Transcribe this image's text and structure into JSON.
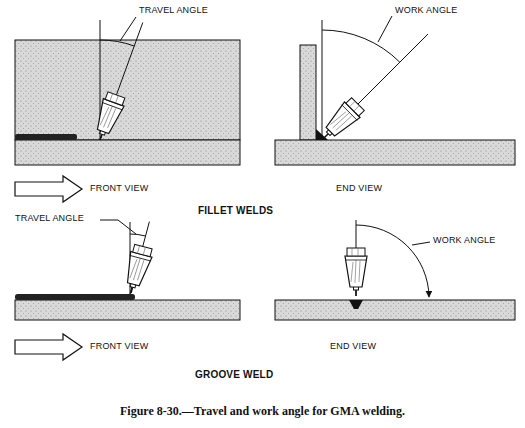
{
  "diagram": {
    "caption": "Figure 8-30.—Travel and work angle for GMA welding.",
    "labels": [
      "TRAVEL ANGLE",
      "WORK ANGLE",
      "FRONT VIEW",
      "END VIEW",
      "FILLET WELDS",
      "TRAVEL ANGLE",
      "WORK ANGLE",
      "FRONT VIEW",
      "END VIEW",
      "GROOVE WELD"
    ]
  }
}
